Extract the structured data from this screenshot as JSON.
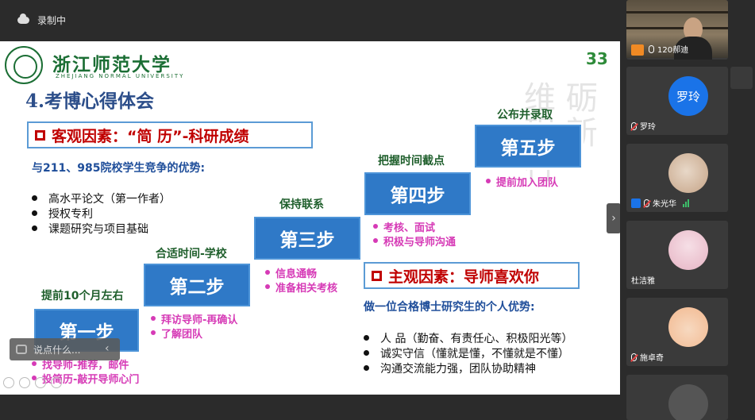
{
  "meeting": {
    "recording_label": "录制中"
  },
  "slide": {
    "university_name": "浙江师范大学",
    "university_name_en": "ZHEJIANG NORMAL UNIVERSITY",
    "page_number": "33",
    "section_title": "4.考博心得体会",
    "faint_text": "维 砺 碍 新 行",
    "objective": {
      "title": "客观因素：“简 历”-科研成绩",
      "subtitle": "与211、985院校学生竞争的优势:",
      "bullets": [
        "高水平论文（第一作者）",
        "授权专利",
        "课题研究与项目基础"
      ]
    },
    "subjective": {
      "title": "主观因素：导师喜欢你",
      "subtitle": "做一位合格博士研究生的个人优势:",
      "bullets": [
        "人 品（勤奋、有责任心、积极阳光等）",
        "诚实守信（懂就是懂，不懂就是不懂）",
        "沟通交流能力强，团队协助精神"
      ]
    },
    "steps": [
      {
        "name": "第一步",
        "label": "提前10个月左右",
        "notes": [
          "找导师-推荐，邮件",
          "投简历-敲开导师心门"
        ]
      },
      {
        "name": "第二步",
        "label": "合适时间-学校",
        "notes": [
          "拜访导师-再确认",
          "了解团队"
        ]
      },
      {
        "name": "第三步",
        "label": "保持联系",
        "notes": [
          "信息通畅",
          "准备相关考核"
        ]
      },
      {
        "name": "第四步",
        "label": "把握时间截点",
        "notes": [
          "考核、面试",
          "积极与导师沟通"
        ]
      },
      {
        "name": "第五步",
        "label": "公布并录取",
        "notes": [
          "提前加入团队"
        ]
      }
    ]
  },
  "chat": {
    "placeholder": "说点什么..."
  },
  "participants": [
    {
      "name": "120郝迪",
      "type": "video"
    },
    {
      "name": "罗玲",
      "avatar_text": "罗玲",
      "avatar_color": "#1a73e8"
    },
    {
      "name": "朱光华",
      "type": "avatar"
    },
    {
      "name": "杜洁雅",
      "type": "avatar"
    },
    {
      "name": "施卓奇",
      "type": "avatar"
    }
  ]
}
